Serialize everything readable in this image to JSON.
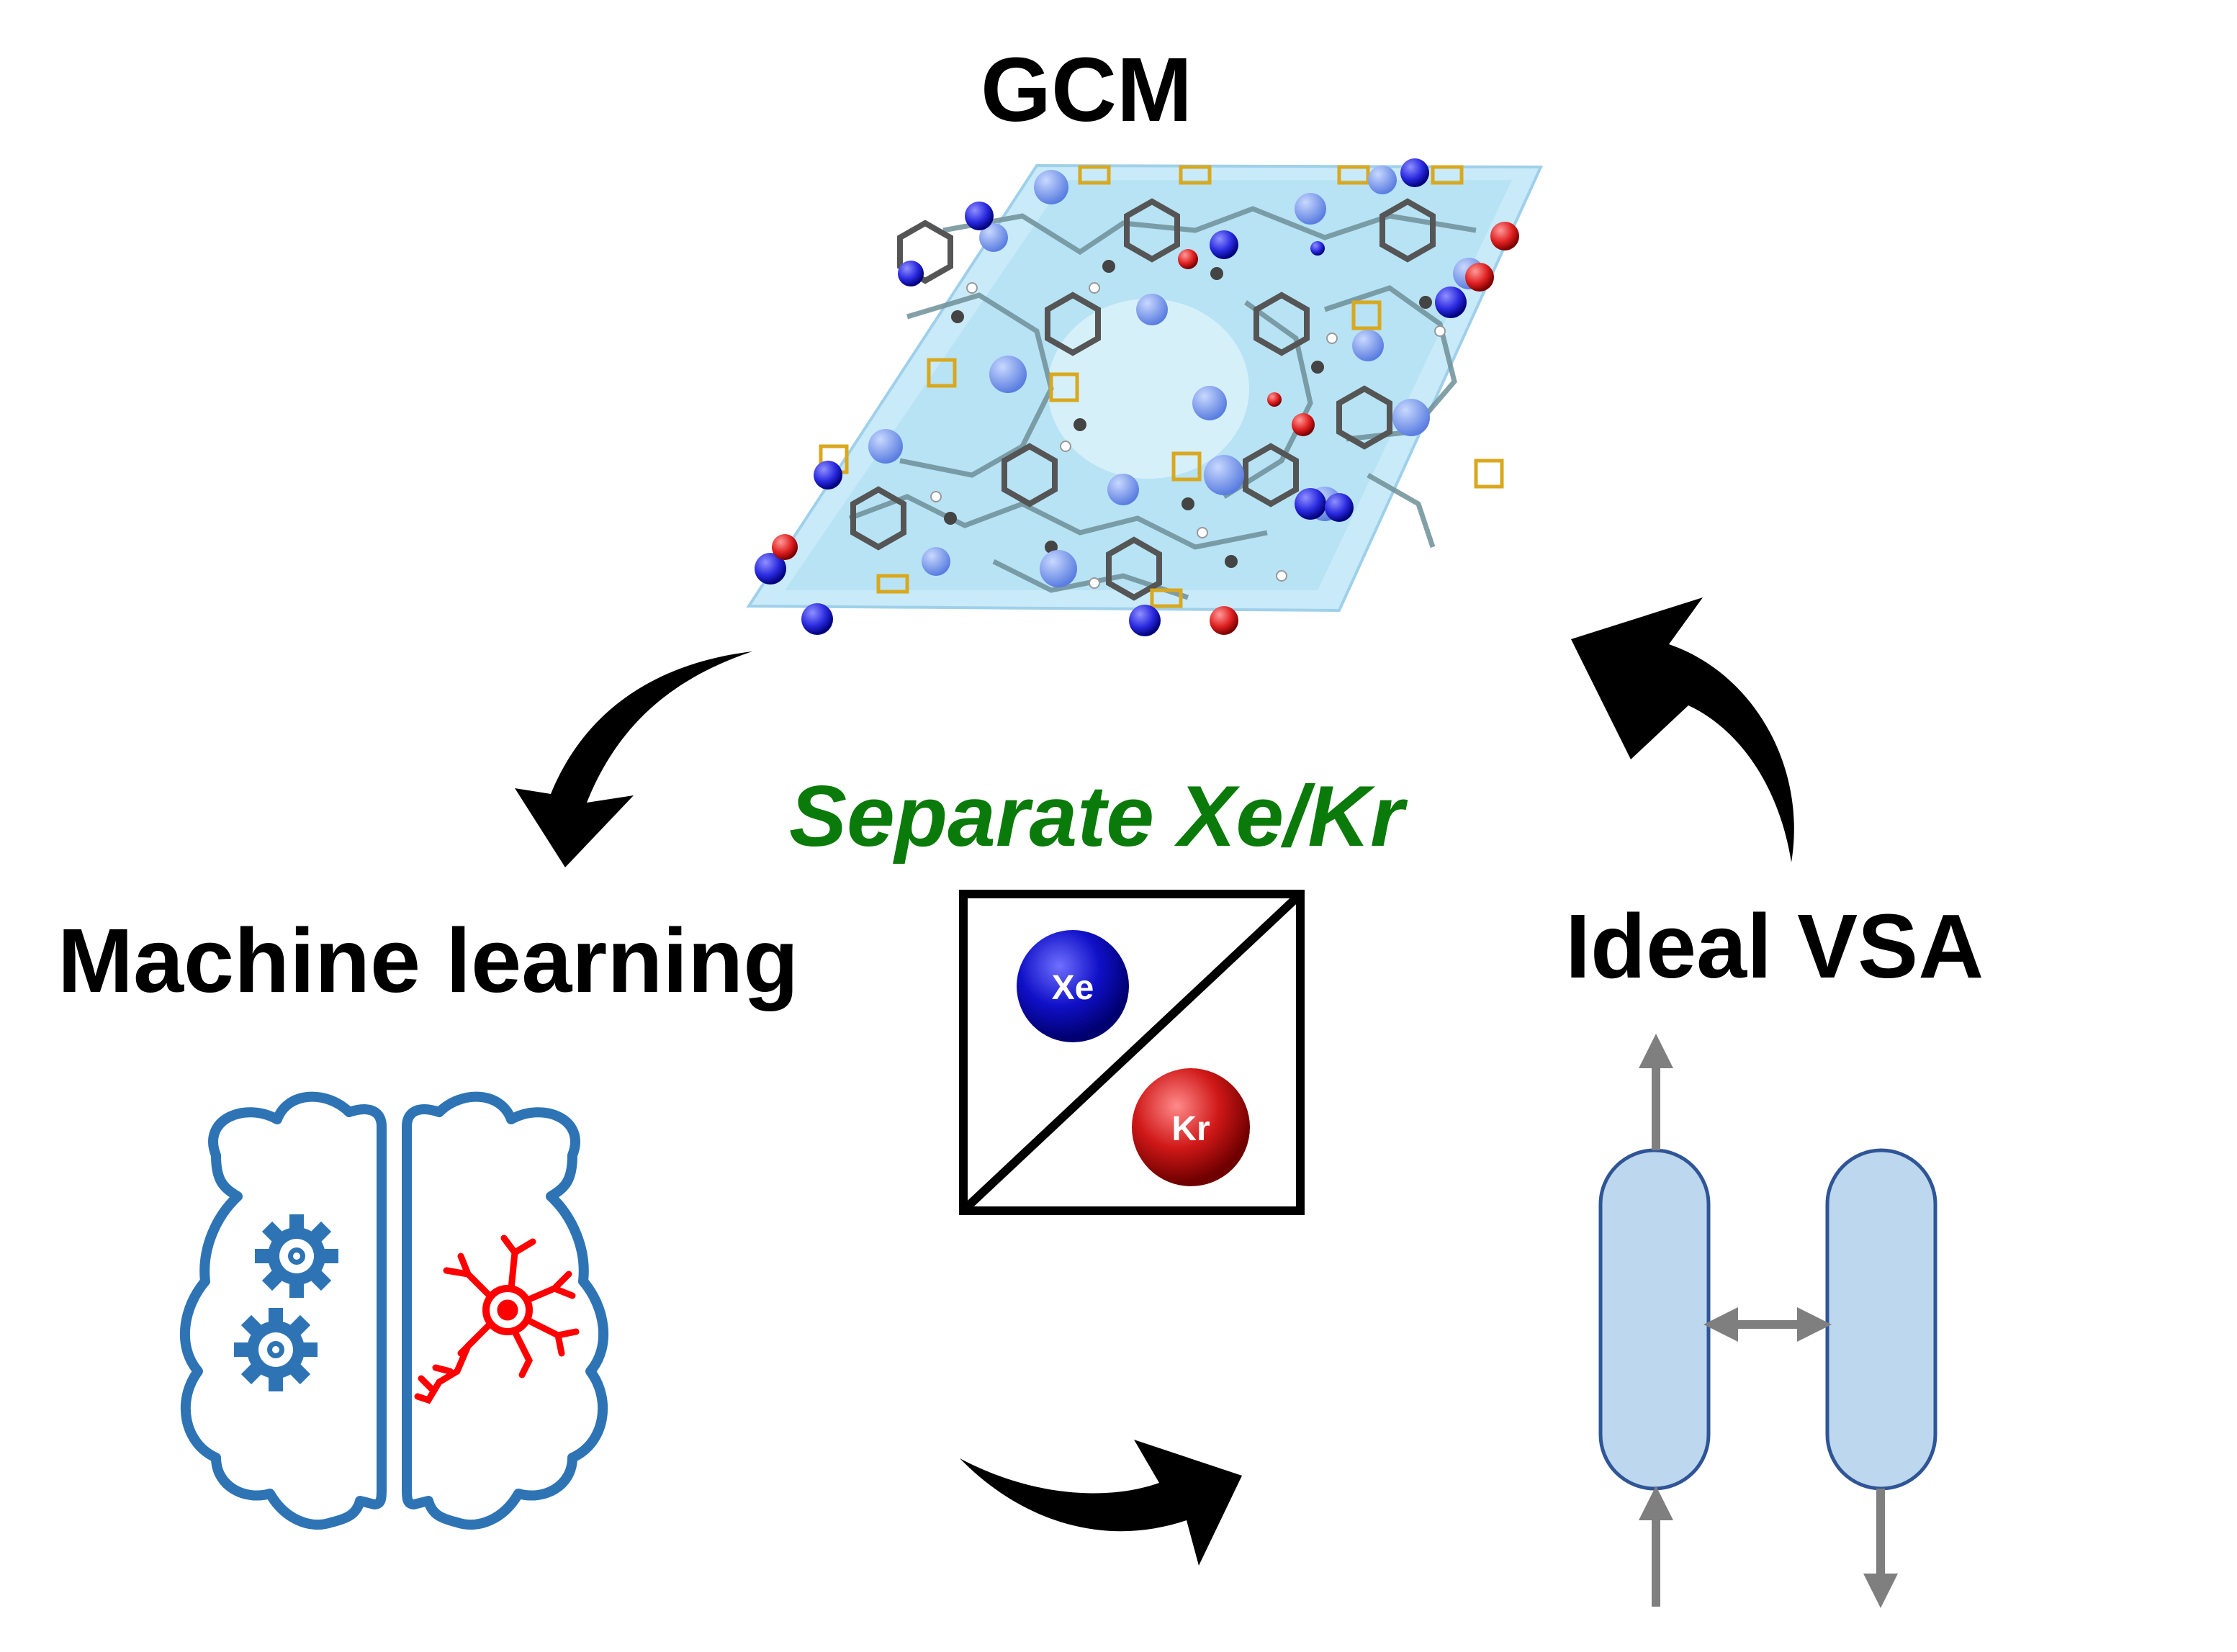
{
  "title_gcm": "GCM",
  "title_machine_learning": "Machine learning",
  "title_ideal_vsa": "Ideal VSA",
  "title_separate": "Separate Xe/Kr",
  "atom_xe": "Xe",
  "atom_kr": "Kr",
  "colors": {
    "separate_text": "#0a7a0a",
    "xe": "#1010c8",
    "kr": "#d01818",
    "brain_outline": "#2e74b5",
    "neuron": "#ff0000",
    "column_fill": "#bdd7ee",
    "column_stroke": "#2f5597",
    "flow_arrow": "#7f7f7f",
    "cycle_arrow": "#000000"
  },
  "icons": [
    "brain-icon",
    "gear-icon",
    "neuron-icon",
    "adsorption-column-icon",
    "crystal-structure-icon"
  ]
}
